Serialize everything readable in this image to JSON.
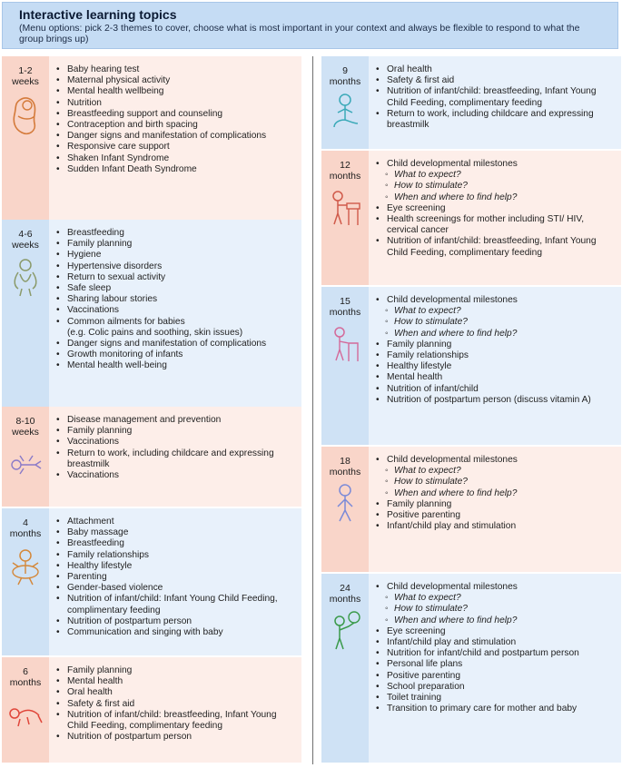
{
  "header": {
    "title": "Interactive learning topics",
    "subtitle": "(Menu options: pick 2-3 themes to cover, choose what is most important in your context and always be flexible to respond to what the group brings up)"
  },
  "colors": {
    "pink_label": "#f9d5c9",
    "pink_content": "#fdeee9",
    "blue_label": "#cfe2f5",
    "blue_content": "#e8f1fb",
    "header": "#c5dcf4"
  },
  "left": [
    {
      "age": [
        "1-2",
        "weeks"
      ],
      "icon": "swaddled-baby-icon",
      "items": [
        {
          "t": "Baby hearing test"
        },
        {
          "t": "Maternal physical activity"
        },
        {
          "t": "Mental health wellbeing"
        },
        {
          "t": "Nutrition"
        },
        {
          "t": "Breastfeeding support and counseling"
        },
        {
          "t": "Contraception and birth spacing"
        },
        {
          "t": "Danger signs and manifestation of complications"
        },
        {
          "t": "Responsive care support"
        },
        {
          "t": "Shaken Infant Syndrome"
        },
        {
          "t": "Sudden Infant Death Syndrome"
        }
      ]
    },
    {
      "age": [
        "4-6",
        "weeks"
      ],
      "icon": "newborn-icon",
      "items": [
        {
          "t": "Breastfeeding"
        },
        {
          "t": "Family planning"
        },
        {
          "t": "Hygiene"
        },
        {
          "t": "Hypertensive disorders"
        },
        {
          "t": "Return to sexual activity"
        },
        {
          "t": "Safe sleep"
        },
        {
          "t": "Sharing labour stories"
        },
        {
          "t": "Vaccinations"
        },
        {
          "t": "Common ailments for babies\n(e.g. Colic pains and soothing, skin issues)"
        },
        {
          "t": "Danger signs and manifestation of complications"
        },
        {
          "t": "Growth monitoring of infants"
        },
        {
          "t": "Mental health well-being"
        }
      ]
    },
    {
      "age": [
        "8-10",
        "weeks"
      ],
      "icon": "lying-baby-icon",
      "items": [
        {
          "t": "Disease management and prevention"
        },
        {
          "t": "Family planning"
        },
        {
          "t": "Vaccinations"
        },
        {
          "t": "Return to work, including childcare and expressing breastmilk"
        },
        {
          "t": "Vaccinations"
        }
      ]
    },
    {
      "age": [
        "4",
        "months"
      ],
      "icon": "moving-baby-icon",
      "items": [
        {
          "t": "Attachment"
        },
        {
          "t": "Baby massage"
        },
        {
          "t": "Breastfeeding"
        },
        {
          "t": "Family relationships"
        },
        {
          "t": "Healthy lifestyle"
        },
        {
          "t": "Parenting"
        },
        {
          "t": "Gender-based violence"
        },
        {
          "t": "Nutrition of infant/child: Infant Young Child Feeding, complimentary feeding"
        },
        {
          "t": "Nutrition of postpartum person"
        },
        {
          "t": "Communication and singing with baby"
        }
      ]
    },
    {
      "age": [
        "6",
        "months"
      ],
      "icon": "crawling-baby-icon",
      "items": [
        {
          "t": "Family planning"
        },
        {
          "t": "Mental health"
        },
        {
          "t": "Oral health"
        },
        {
          "t": "Safety & first aid"
        },
        {
          "t": "Nutrition of infant/child: breastfeeding, Infant Young Child Feeding, complimentary feeding"
        },
        {
          "t": "Nutrition of postpartum person"
        }
      ]
    }
  ],
  "right": [
    {
      "age": [
        "9",
        "months"
      ],
      "icon": "sitting-baby-icon",
      "items": [
        {
          "t": "Oral health"
        },
        {
          "t": "Safety & first aid"
        },
        {
          "t": "Nutrition of infant/child: breastfeeding, Infant Young Child Feeding, complimentary feeding"
        },
        {
          "t": "Return to work, including childcare and expressing breastmilk"
        }
      ]
    },
    {
      "age": [
        "12",
        "months"
      ],
      "icon": "standing-at-furniture-icon",
      "items": [
        {
          "t": "Child developmental milestones"
        },
        {
          "t": "What to expect?",
          "s": true
        },
        {
          "t": "How to stimulate?",
          "s": true
        },
        {
          "t": "When and where to find help?",
          "s": true
        },
        {
          "t": "Eye screening"
        },
        {
          "t": "Health screenings for mother including STI/ HIV, cervical cancer"
        },
        {
          "t": "Nutrition of infant/child: breastfeeding, Infant Young Child Feeding, complimentary feeding"
        }
      ]
    },
    {
      "age": [
        "15",
        "months"
      ],
      "icon": "toddler-cruising-icon",
      "items": [
        {
          "t": "Child developmental milestones"
        },
        {
          "t": "What to expect?",
          "s": true
        },
        {
          "t": "How to stimulate?",
          "s": true
        },
        {
          "t": "When and where to find help?",
          "s": true
        },
        {
          "t": "Family planning"
        },
        {
          "t": "Family relationships"
        },
        {
          "t": "Healthy lifestyle"
        },
        {
          "t": "Mental health"
        },
        {
          "t": "Nutrition of infant/child"
        },
        {
          "t": "Nutrition of postpartum person (discuss vitamin A)"
        }
      ]
    },
    {
      "age": [
        "18",
        "months"
      ],
      "icon": "walking-toddler-icon",
      "items": [
        {
          "t": "Child developmental milestones"
        },
        {
          "t": "What to expect?",
          "s": true
        },
        {
          "t": "How to stimulate?",
          "s": true
        },
        {
          "t": "When and where to find help?",
          "s": true
        },
        {
          "t": "Family planning"
        },
        {
          "t": "Positive parenting"
        },
        {
          "t": "Infant/child play and stimulation"
        }
      ]
    },
    {
      "age": [
        "24",
        "months"
      ],
      "icon": "child-with-balloon-icon",
      "items": [
        {
          "t": "Child developmental milestones"
        },
        {
          "t": "What to expect?",
          "s": true
        },
        {
          "t": "How to stimulate?",
          "s": true
        },
        {
          "t": "When and where to find help?",
          "s": true
        },
        {
          "t": "Eye screening"
        },
        {
          "t": "Infant/child play and stimulation"
        },
        {
          "t": "Nutrition for infant/child and postpartum person"
        },
        {
          "t": "Personal life plans"
        },
        {
          "t": "Positive parenting"
        },
        {
          "t": "School preparation"
        },
        {
          "t": "Toilet training"
        },
        {
          "t": "Transition to primary care for mother and baby"
        }
      ]
    }
  ]
}
